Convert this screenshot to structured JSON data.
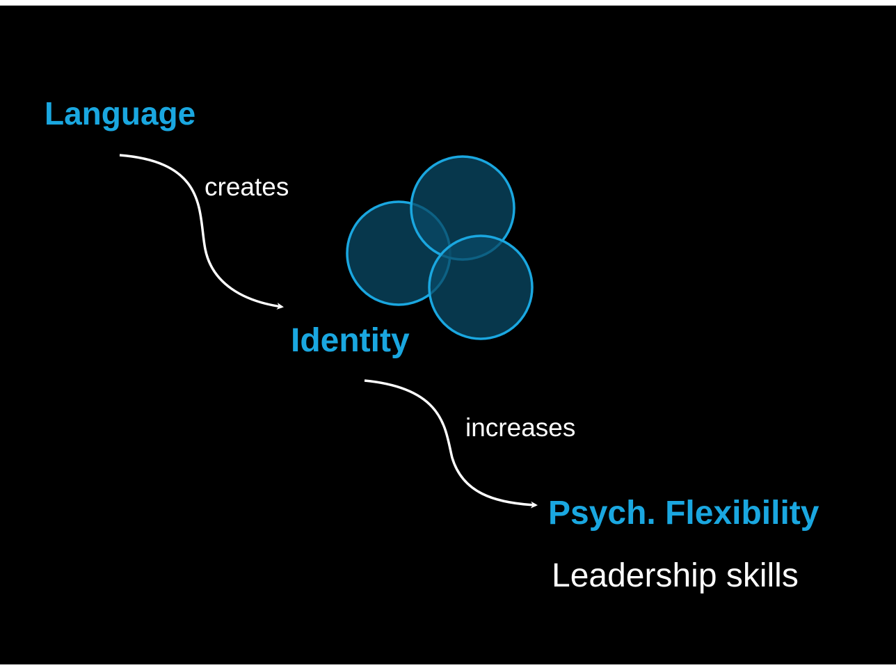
{
  "diagram": {
    "nodes": [
      {
        "id": "language",
        "label": "Language"
      },
      {
        "id": "identity",
        "label": "Identity"
      },
      {
        "id": "flexibility",
        "label": "Psych. Flexibility"
      }
    ],
    "edges": [
      {
        "from": "language",
        "to": "identity",
        "label": "creates"
      },
      {
        "from": "identity",
        "to": "flexibility",
        "label": "increases"
      }
    ],
    "outcome": "Leadership skills",
    "colors": {
      "background": "#000000",
      "node_text": "#1aa7e0",
      "edge_text": "#ffffff",
      "arrow": "#ffffff",
      "circle_stroke": "#1aa7e0",
      "circle_fill": "#0a4a66"
    },
    "icon": "three-overlapping-circles-icon"
  }
}
